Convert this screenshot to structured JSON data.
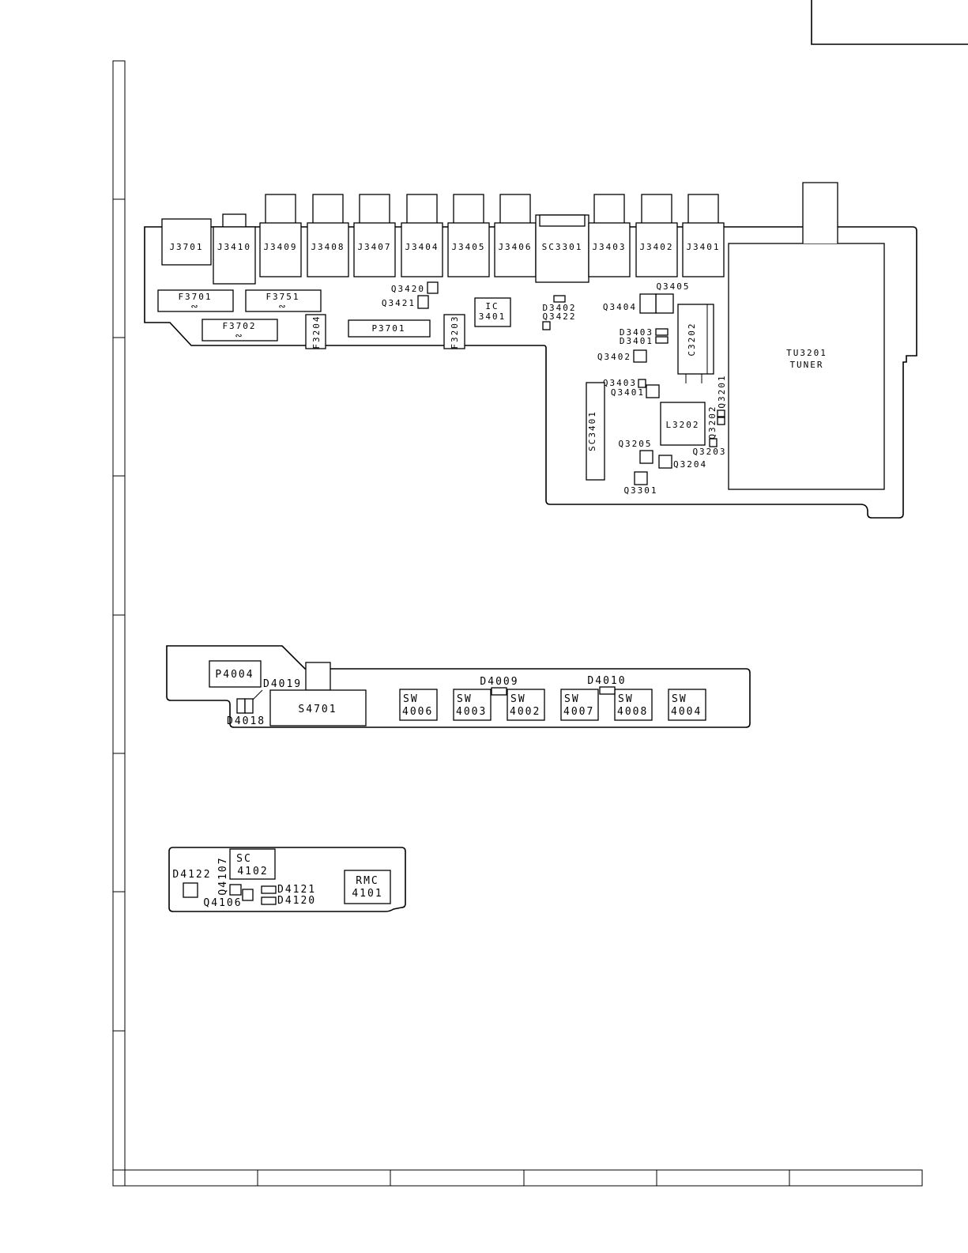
{
  "main_board": {
    "jacks": [
      "J3701",
      "J3410",
      "J3409",
      "J3408",
      "J3407",
      "J3404",
      "J3405",
      "J3406",
      "SC3301",
      "J3403",
      "J3402",
      "J3401"
    ],
    "fuses": [
      "F3701",
      "F3751",
      "F3702"
    ],
    "fuse_symbol": "∾",
    "parts": {
      "p3701": "P3701",
      "f3204": "F3204",
      "f3203": "F3203",
      "ic_line1": "IC",
      "ic_line2": "3401",
      "sc3401": "SC3401",
      "c3202": "C3202",
      "l3202": "L3202",
      "tuner_line1": "TU3201",
      "tuner_line2": "TUNER",
      "q3420": "Q3420",
      "q3421": "Q3421",
      "d3402": "D3402",
      "q3422": "Q3422",
      "q3405": "Q3405",
      "q3404": "Q3404",
      "d3403": "D3403",
      "d3401": "D3401",
      "q3402": "Q3402",
      "q3403": "Q3403",
      "q3401": "Q3401",
      "q3201": "Q3201",
      "q3202": "Q3202",
      "q3203": "Q3203",
      "q3205": "Q3205",
      "q3204": "Q3204",
      "q3301": "Q3301"
    }
  },
  "switch_board": {
    "p4004": "P4004",
    "d4019": "D4019",
    "d4018": "D4018",
    "s4701": "S4701",
    "d4009": "D4009",
    "d4010": "D4010",
    "sw_prefix": "SW",
    "switches": [
      "4006",
      "4003",
      "4002",
      "4007",
      "4008",
      "4004"
    ]
  },
  "remote_board": {
    "d4122": "D4122",
    "q4107": "Q4107",
    "q4106": "Q4106",
    "sc_line1": "SC",
    "sc_line2": "4102",
    "d4121": "D4121",
    "d4120": "D4120",
    "rmc_line1": "RMC",
    "rmc_line2": "4101"
  }
}
